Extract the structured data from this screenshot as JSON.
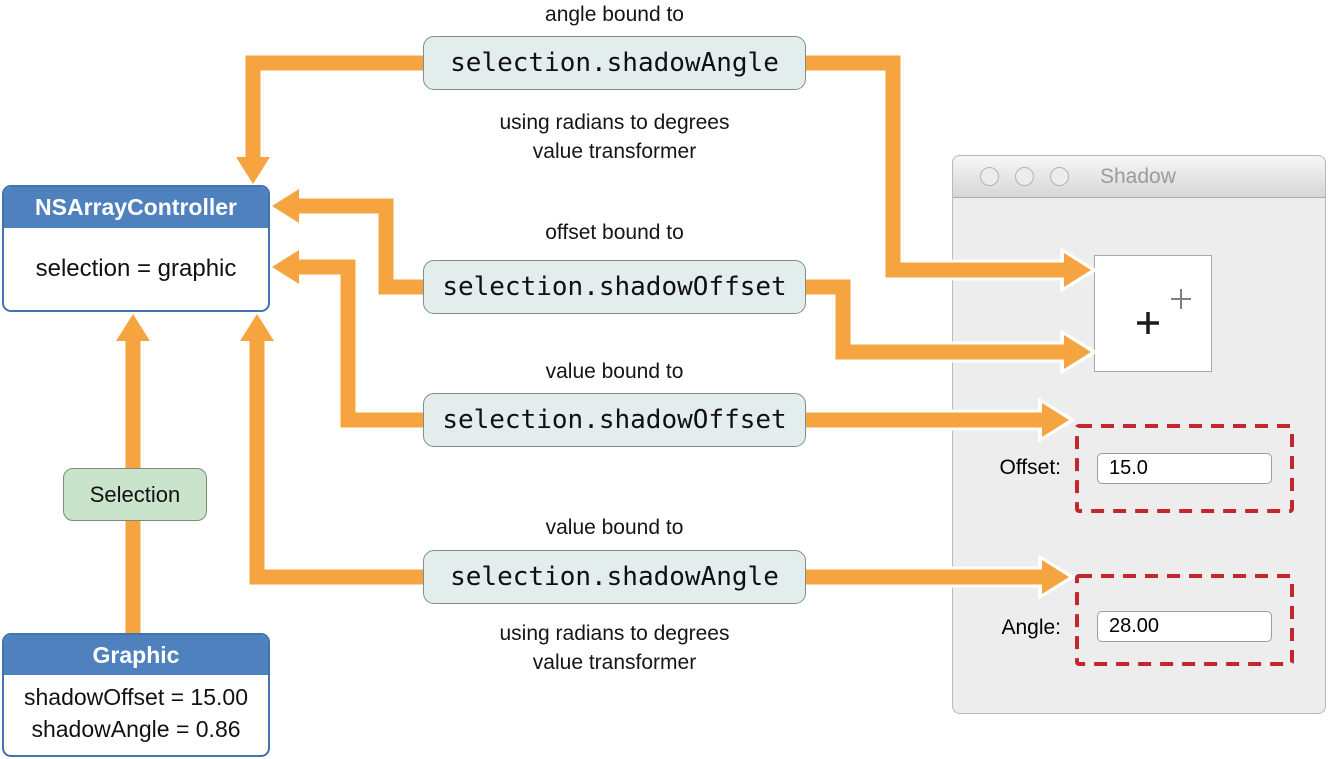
{
  "diagram": {
    "controller": {
      "title": "NSArrayController",
      "state": "selection = graphic"
    },
    "selection_badge": "Selection",
    "graphic": {
      "title": "Graphic",
      "property1": "shadowOffset = 15.00",
      "property2": "shadowAngle = 0.86"
    },
    "bindings": [
      {
        "label": "angle bound to",
        "keypath": "selection.shadowAngle",
        "note_line1": "using radians to degrees",
        "note_line2": "value transformer"
      },
      {
        "label": "offset bound to",
        "keypath": "selection.shadowOffset"
      },
      {
        "label": "value bound to",
        "keypath": "selection.shadowOffset"
      },
      {
        "label": "value bound to",
        "keypath": "selection.shadowAngle",
        "note_line1": "using radians to degrees",
        "note_line2": "value transformer"
      }
    ]
  },
  "window": {
    "title": "Shadow",
    "offset": {
      "label": "Offset:",
      "value": "15.0"
    },
    "angle": {
      "label": "Angle:",
      "value": "28.00"
    }
  },
  "icons": {
    "traffic_lights": [
      "close",
      "minimize",
      "zoom"
    ],
    "plus_primary": "+",
    "plus_secondary": "+"
  },
  "colors": {
    "arrow_orange": "#F5A440",
    "node_blue": "#4E81BD",
    "node_border_blue": "#4173AE",
    "code_box_fill": "#E3EDEC",
    "code_box_border": "#7E8E8E",
    "selection_green": "#C9E4CA",
    "highlight_red": "#C1272D",
    "window_gray": "#EDEDED"
  }
}
